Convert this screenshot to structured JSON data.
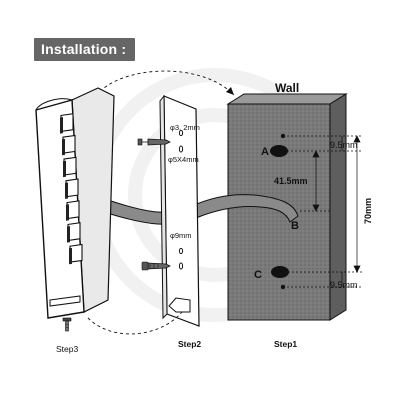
{
  "title": "Installation :",
  "wall_label": "Wall",
  "steps": {
    "step1": "Step1",
    "step2": "Step2",
    "step3": "Step3"
  },
  "holes": {
    "a": "A",
    "b": "B",
    "c": "C"
  },
  "dimensions": {
    "top_offset": "9.5mm",
    "bottom_offset": "9.5mm",
    "a_to_b": "41.5mm",
    "a_to_c": "70mm"
  },
  "plate_specs": {
    "top_hole": "φ3. 2mm",
    "screw": "φ5X4mm",
    "middle_hole": "φ9mm"
  },
  "colors": {
    "badge_bg": "#666666",
    "wall_fill": "#7a7a7a",
    "cable_fill": "#8a8a8a",
    "outline": "#111111"
  }
}
